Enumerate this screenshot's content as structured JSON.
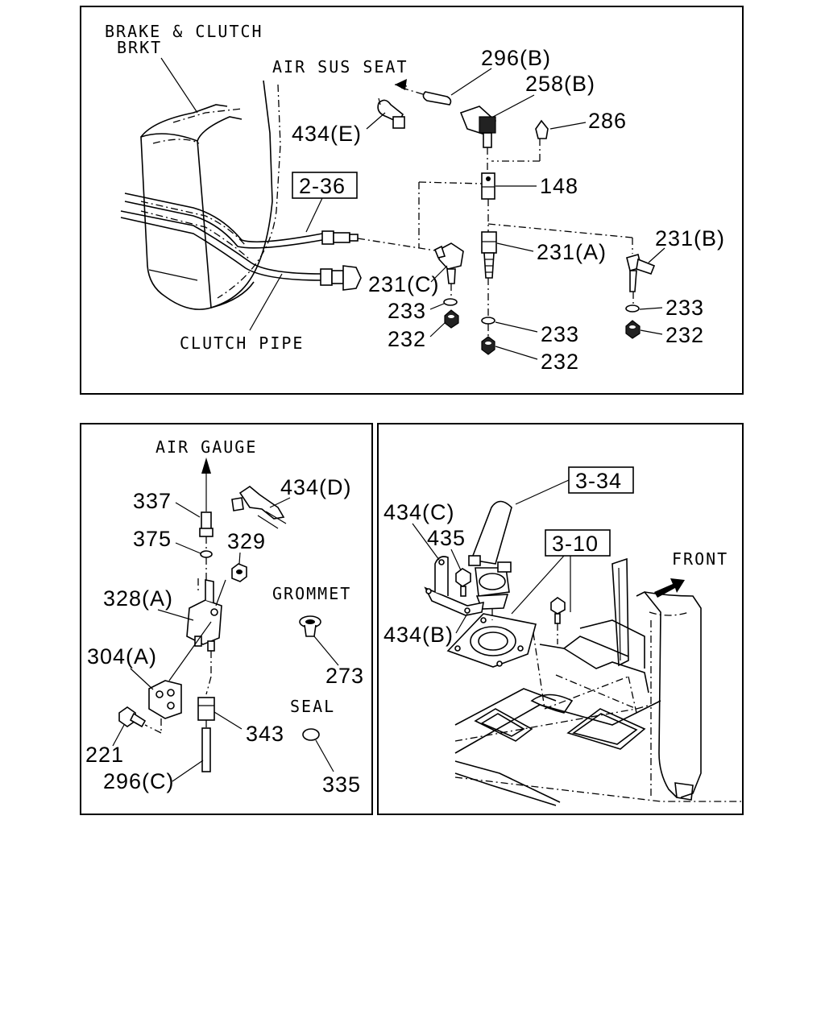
{
  "top_panel": {
    "labels": {
      "brake_clutch_line1": "BRAKE & CLUTCH",
      "brake_clutch_line2": "BRKT",
      "air_sus_seat": "AIR SUS SEAT",
      "clutch_pipe": "CLUTCH PIPE"
    },
    "ref_box": "2-36",
    "callouts": {
      "p296b": "296(B)",
      "p258b": "258(B)",
      "p286": "286",
      "p434e": "434(E)",
      "p148": "148",
      "p231a": "231(A)",
      "p231b": "231(B)",
      "p231c": "231(C)",
      "p233_left": "233",
      "p232_left": "232",
      "p233_mid": "233",
      "p232_mid": "232",
      "p233_right": "233",
      "p232_right": "232"
    }
  },
  "bottom_left_panel": {
    "labels": {
      "air_gauge": "AIR GAUGE",
      "grommet": "GROMMET",
      "seal": "SEAL"
    },
    "callouts": {
      "p337": "337",
      "p375": "375",
      "p329": "329",
      "p434d": "434(D)",
      "p328a": "328(A)",
      "p304a": "304(A)",
      "p273": "273",
      "p343": "343",
      "p221": "221",
      "p296c": "296(C)",
      "p335": "335"
    }
  },
  "bottom_right_panel": {
    "labels": {
      "front": "FRONT"
    },
    "ref_boxes": {
      "r334": "3-34",
      "r310": "3-10"
    },
    "callouts": {
      "p434c": "434(C)",
      "p435": "435",
      "p434b": "434(B)"
    }
  }
}
